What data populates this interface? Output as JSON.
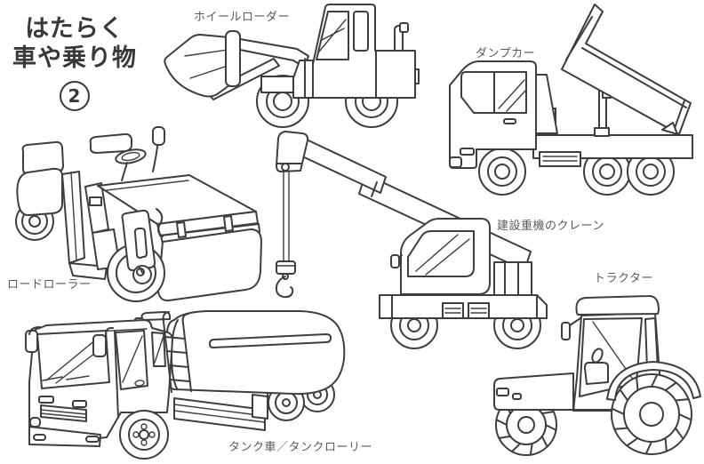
{
  "page": {
    "background": "#ffffff",
    "line_color": "#3e3e3e",
    "label_color": "#5a5a5a",
    "title_color": "#383838",
    "title": {
      "line1": "はたらく",
      "line2": "車や乗り物",
      "number": "2"
    }
  },
  "labels": {
    "wheel_loader": "ホイールローダー",
    "dump_truck": "ダンプカー",
    "road_roller": "ロードローラー",
    "crane": "建設重機のクレーン",
    "tractor": "トラクター",
    "tank_truck": "タンク車／タンクローリー"
  }
}
